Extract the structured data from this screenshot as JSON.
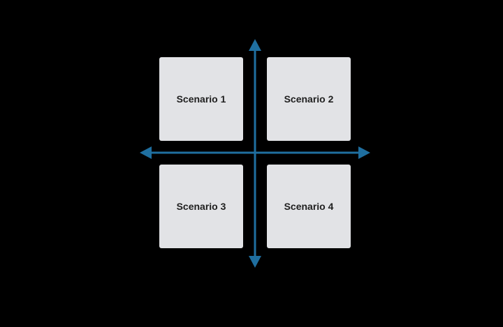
{
  "diagram": {
    "quadrants": [
      {
        "label": "Scenario 1"
      },
      {
        "label": "Scenario 2"
      },
      {
        "label": "Scenario 3"
      },
      {
        "label": "Scenario 4"
      }
    ],
    "colors": {
      "background": "#000000",
      "box_fill": "#e2e3e6",
      "label_text": "#1f1f1f",
      "axis_arrow": "#1f6fa0"
    },
    "axes": {
      "horizontal": "double-headed arrow",
      "vertical": "double-headed arrow"
    }
  }
}
